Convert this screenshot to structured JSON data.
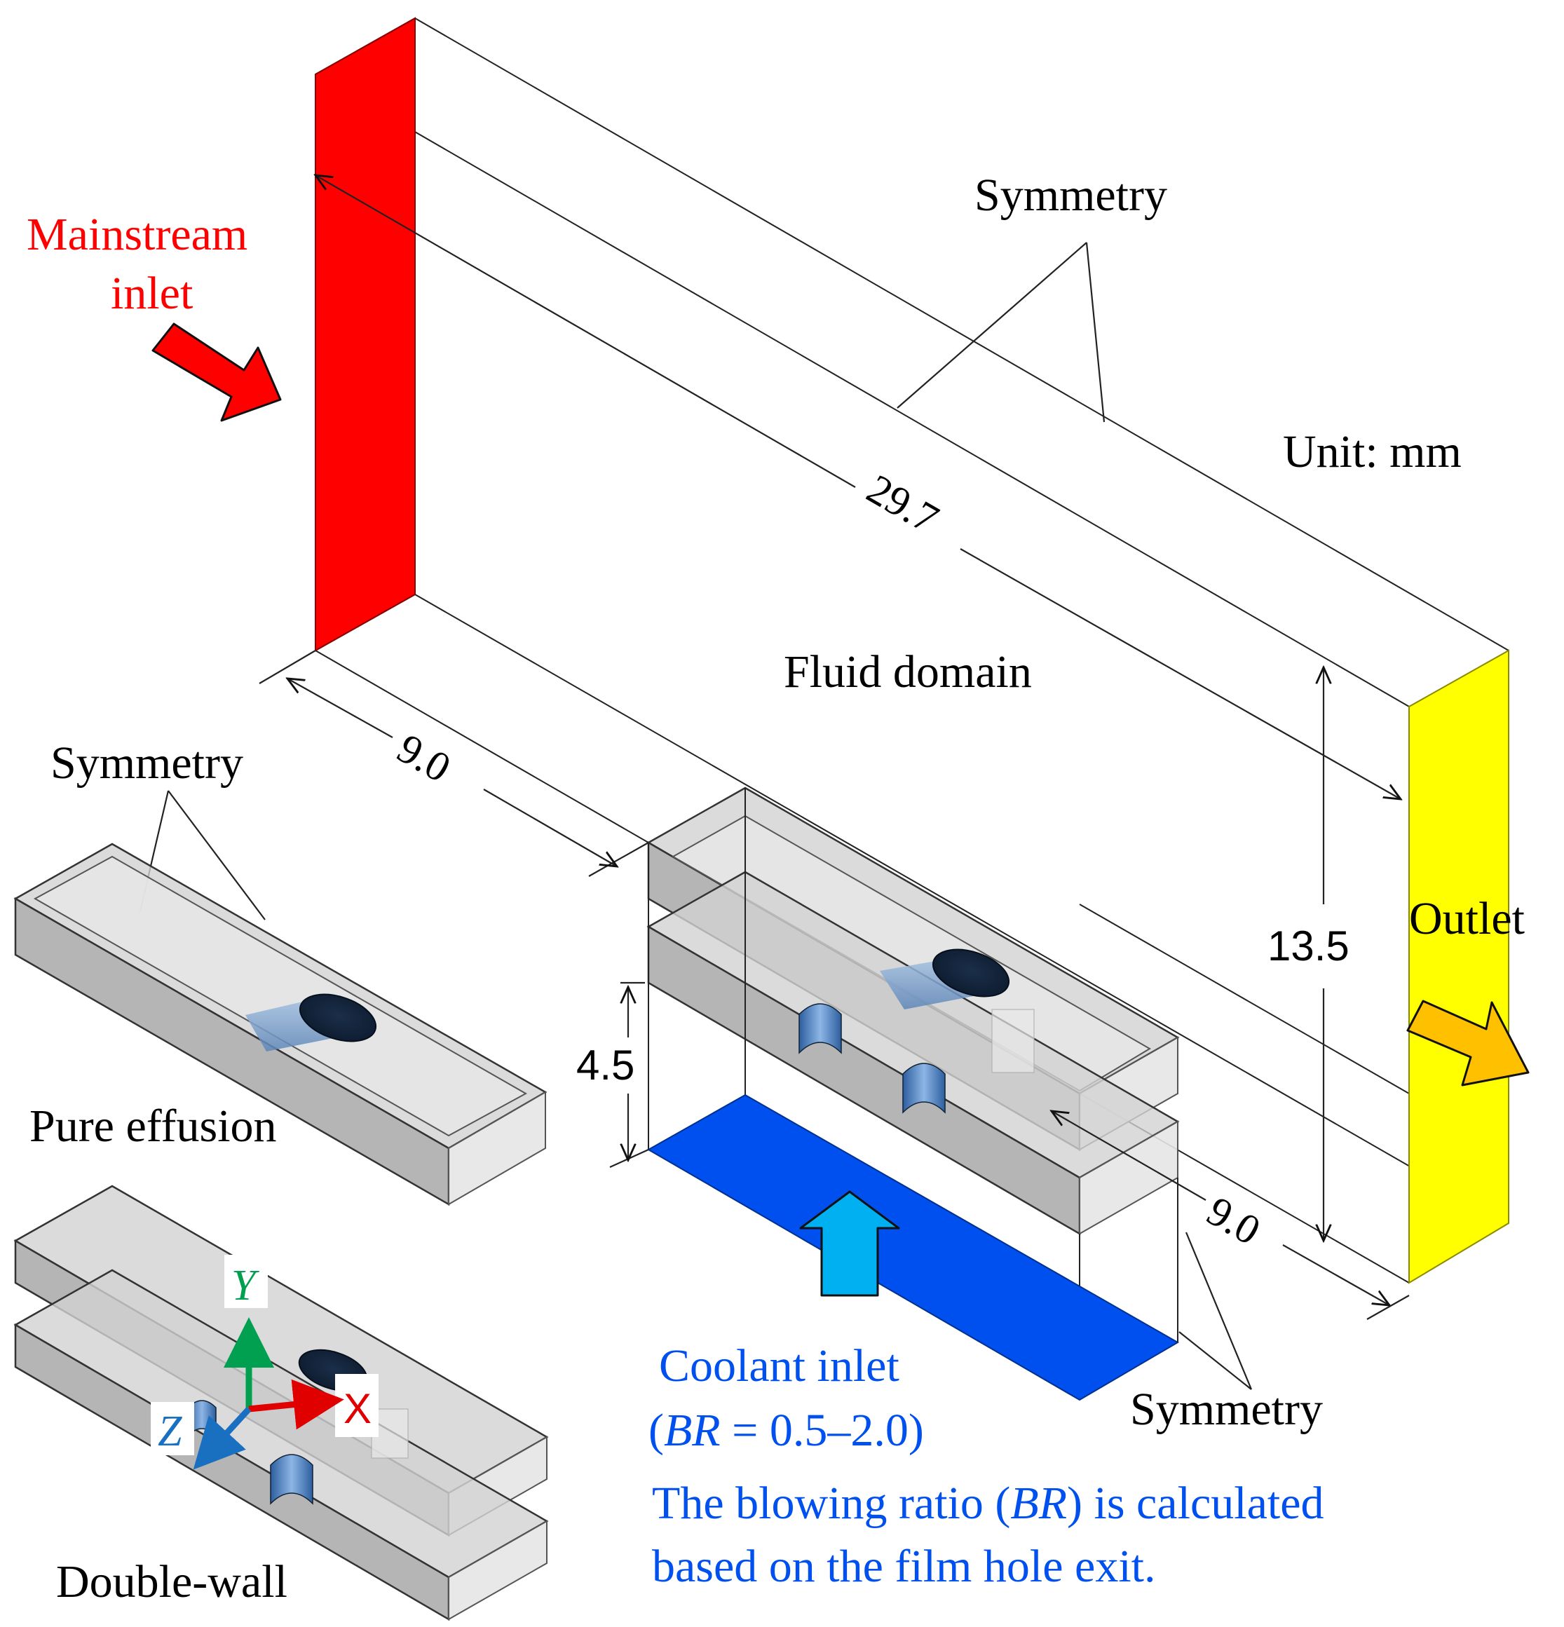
{
  "labels": {
    "mainstream_line1": "Mainstream",
    "mainstream_line2": "inlet",
    "symmetry_top": "Symmetry",
    "unit": "Unit: mm",
    "fluid_domain": "Fluid domain",
    "symmetry_left": "Symmetry",
    "outlet": "Outlet",
    "pure_effusion": "Pure effusion",
    "double_wall": "Double-wall",
    "coolant_line1": "Coolant inlet",
    "coolant_br": "BR",
    "coolant_range": " = 0.5–2.0)",
    "coolant_open": "(",
    "symmetry_bottom": "Symmetry",
    "note_prefix": "The blowing ratio (",
    "note_br": "BR",
    "note_suffix": ") is calculated",
    "note_line2": "based on the film hole exit."
  },
  "dimensions": {
    "length": "29.7",
    "width_left": "9.0",
    "height": "13.5",
    "plenum_height": "4.5",
    "width_right": "9.0"
  },
  "axes": {
    "y": "Y",
    "x": "X",
    "z": "Z"
  },
  "colors": {
    "mainstream_inlet": "#ff0000",
    "outlet": "#ffff00",
    "coolant_inlet": "#0050f0",
    "coolant_arrow": "#00b0f0",
    "outlet_arrow": "#ffc000",
    "coolant_text": "#0050f0",
    "mainstream_text": "#ff0000",
    "axis_y": "#00a050",
    "axis_x": "#e00000",
    "axis_z": "#1a70c0"
  }
}
